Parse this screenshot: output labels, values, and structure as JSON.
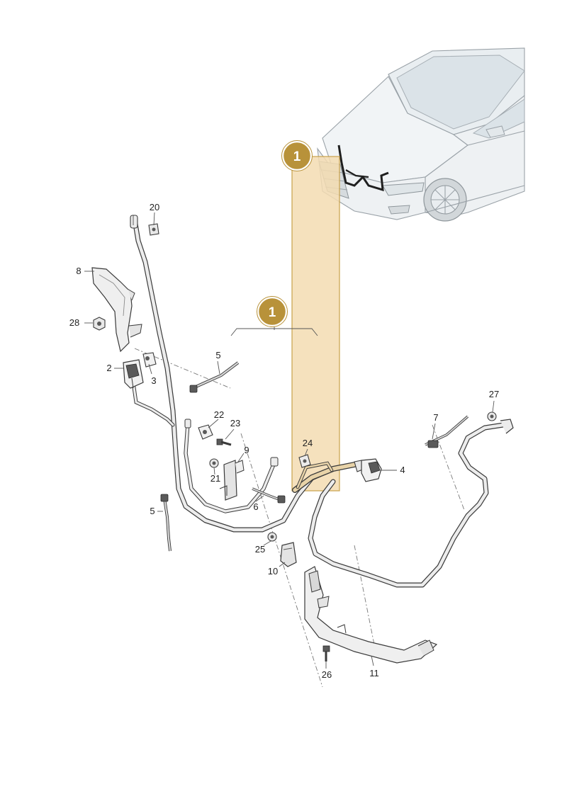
{
  "callouts": {
    "badge_top": "1",
    "badge_mid": "1",
    "l2": "2",
    "l3": "3",
    "l4": "4",
    "l5a": "5",
    "l5b": "5",
    "l6": "6",
    "l7": "7",
    "l8": "8",
    "l9": "9",
    "l10": "10",
    "l11": "11",
    "l20": "20",
    "l21": "21",
    "l22": "22",
    "l23": "23",
    "l24": "24",
    "l25": "25",
    "l26": "26",
    "l27": "27",
    "l28": "28"
  },
  "colors": {
    "highlight_fill": "#f3dcb2",
    "highlight_stroke": "#c9a24a",
    "badge_fill": "#b8923a",
    "badge_ring": "#ffffff",
    "harness": "#e6e6e6",
    "harness_outline": "#3a3a3a",
    "car_body": "#eef1f3",
    "car_glass": "#dde4e8"
  },
  "icons": {
    "car": "vehicle-front-view-icon",
    "connector": "electrical-connector-icon",
    "clip": "cable-clip-icon",
    "nut": "hex-nut-icon",
    "bolt": "bolt-icon",
    "cable_tie": "cable-tie-icon"
  }
}
